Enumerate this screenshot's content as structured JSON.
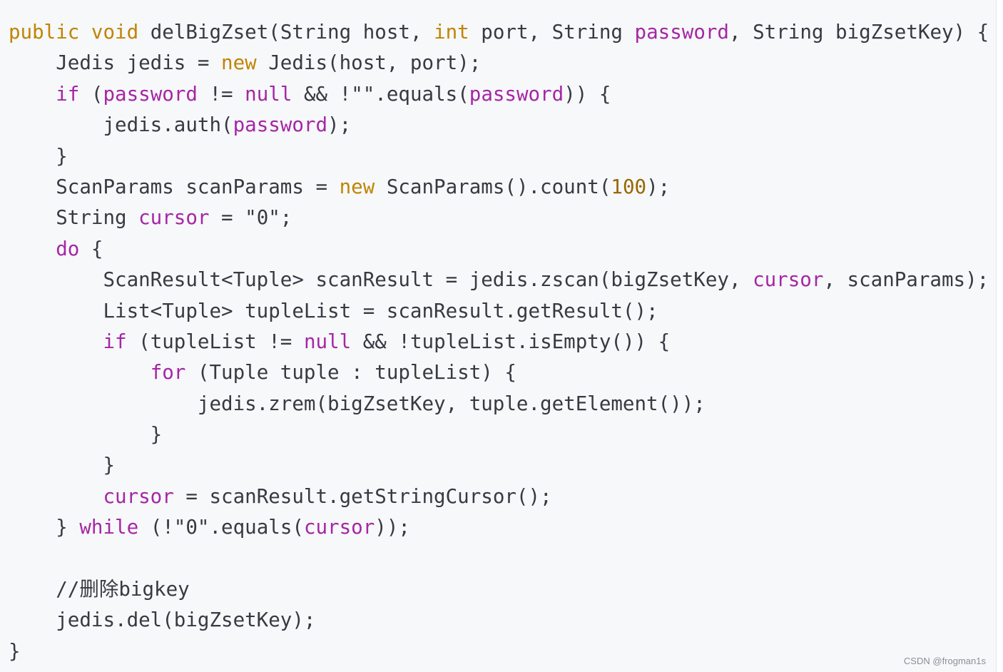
{
  "code": {
    "lines": [
      [
        {
          "t": "public",
          "c": "kt"
        },
        {
          "t": " "
        },
        {
          "t": "void",
          "c": "kt"
        },
        {
          "t": " delBigZset(String host, "
        },
        {
          "t": "int",
          "c": "kt"
        },
        {
          "t": " port, String "
        },
        {
          "t": "password",
          "c": "var"
        },
        {
          "t": ", String bigZsetKey) {"
        }
      ],
      [
        {
          "t": "    Jedis jedis = "
        },
        {
          "t": "new",
          "c": "kt"
        },
        {
          "t": " Jedis(host, port);"
        }
      ],
      [
        {
          "t": "    "
        },
        {
          "t": "if",
          "c": "kw"
        },
        {
          "t": " ("
        },
        {
          "t": "password",
          "c": "var"
        },
        {
          "t": " != "
        },
        {
          "t": "null",
          "c": "kw"
        },
        {
          "t": " && !\"\".equals("
        },
        {
          "t": "password",
          "c": "var"
        },
        {
          "t": ")) {"
        }
      ],
      [
        {
          "t": "        jedis.auth("
        },
        {
          "t": "password",
          "c": "var"
        },
        {
          "t": ");"
        }
      ],
      [
        {
          "t": "    }"
        }
      ],
      [
        {
          "t": "    ScanParams scanParams = "
        },
        {
          "t": "new",
          "c": "kt"
        },
        {
          "t": " ScanParams().count("
        },
        {
          "t": "100",
          "c": "num"
        },
        {
          "t": ");"
        }
      ],
      [
        {
          "t": "    String "
        },
        {
          "t": "cursor",
          "c": "var"
        },
        {
          "t": " = \"0\";"
        }
      ],
      [
        {
          "t": "    "
        },
        {
          "t": "do",
          "c": "kw"
        },
        {
          "t": " {"
        }
      ],
      [
        {
          "t": "        ScanResult<Tuple> scanResult = jedis.zscan(bigZsetKey, "
        },
        {
          "t": "cursor",
          "c": "var"
        },
        {
          "t": ", scanParams);"
        }
      ],
      [
        {
          "t": "        List<Tuple> tupleList = scanResult.getResult();"
        }
      ],
      [
        {
          "t": "        "
        },
        {
          "t": "if",
          "c": "kw"
        },
        {
          "t": " (tupleList != "
        },
        {
          "t": "null",
          "c": "kw"
        },
        {
          "t": " && !tupleList.isEmpty()) {"
        }
      ],
      [
        {
          "t": "            "
        },
        {
          "t": "for",
          "c": "kw"
        },
        {
          "t": " (Tuple tuple : tupleList) {"
        }
      ],
      [
        {
          "t": "                jedis.zrem(bigZsetKey, tuple.getElement());"
        }
      ],
      [
        {
          "t": "            }"
        }
      ],
      [
        {
          "t": "        }"
        }
      ],
      [
        {
          "t": "        "
        },
        {
          "t": "cursor",
          "c": "var"
        },
        {
          "t": " = scanResult.getStringCursor();"
        }
      ],
      [
        {
          "t": "    } "
        },
        {
          "t": "while",
          "c": "kw"
        },
        {
          "t": " (!\"0\".equals("
        },
        {
          "t": "cursor",
          "c": "var"
        },
        {
          "t": "));"
        }
      ],
      [
        {
          "t": ""
        }
      ],
      [
        {
          "t": "    //删除bigkey"
        }
      ],
      [
        {
          "t": "    jedis.del(bigZsetKey);"
        }
      ],
      [
        {
          "t": "}"
        }
      ]
    ]
  },
  "watermark": "CSDN @frogman1s"
}
